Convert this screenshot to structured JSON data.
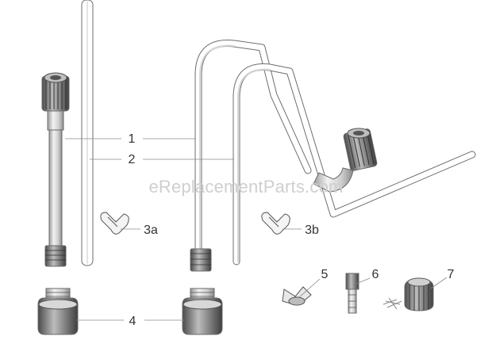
{
  "watermark": "eReplacementParts.com",
  "callouts": [
    {
      "id": "1",
      "label": "1"
    },
    {
      "id": "2",
      "label": "2"
    },
    {
      "id": "3a",
      "label": "3a"
    },
    {
      "id": "3b",
      "label": "3b"
    },
    {
      "id": "4",
      "label": "4"
    },
    {
      "id": "5",
      "label": "5"
    },
    {
      "id": "6",
      "label": "6"
    },
    {
      "id": "7",
      "label": "7"
    }
  ],
  "colors": {
    "line": "#6e6e6e",
    "text": "#333333",
    "watermark": "#cfcfcf"
  }
}
